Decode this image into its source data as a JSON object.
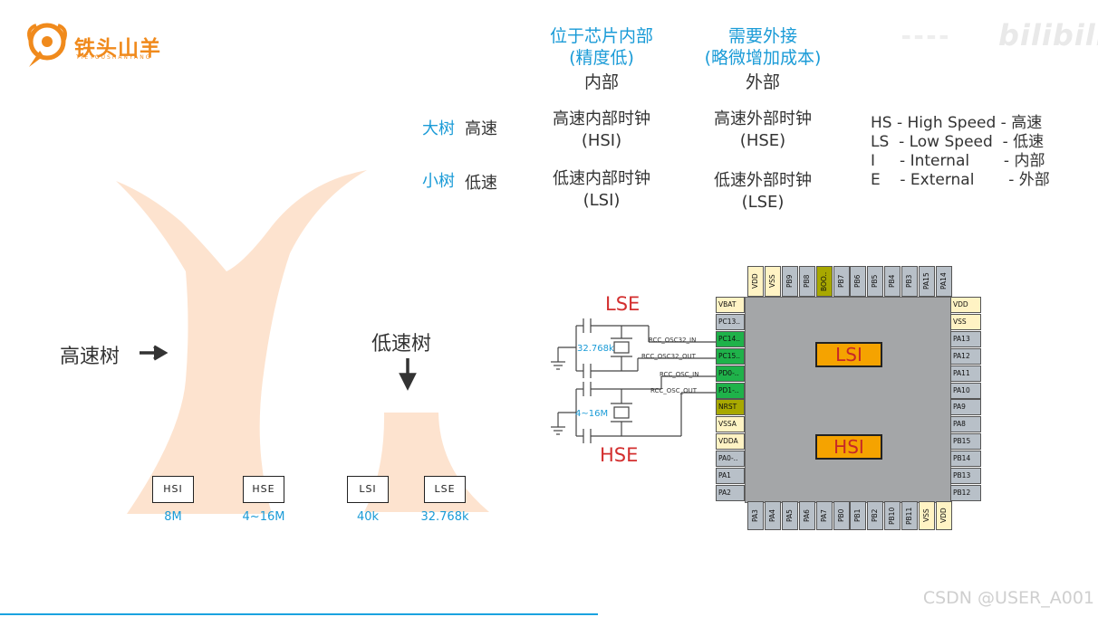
{
  "logo": {
    "title": "铁头山羊",
    "subtitle": "TIETOUSHANYANG"
  },
  "watermark": {
    "bilibili": "bilibili",
    "csdn": "CSDN @USER_A001"
  },
  "columns": [
    {
      "head1": "位于芯片内部",
      "head2": "(精度低)",
      "sub": "内部"
    },
    {
      "head1": "需要外接",
      "head2": "(略微增加成本)",
      "sub": "外部"
    }
  ],
  "rows": [
    {
      "tree": "大树",
      "speed": "高速",
      "internal1": "高速内部时钟",
      "internal2": "(HSI)",
      "external1": "高速外部时钟",
      "external2": "(HSE)"
    },
    {
      "tree": "小树",
      "speed": "低速",
      "internal1": "低速内部时钟",
      "internal2": "(LSI)",
      "external1": "低速外部时钟",
      "external2": "(LSE)"
    }
  ],
  "legend": [
    "HS - High Speed - 高速",
    "LS  - Low Speed  - 低速",
    "I     - Internal       - 内部",
    "E    - External       - 外部"
  ],
  "trees": {
    "high_label": "高速树",
    "low_label": "低速树"
  },
  "clock_boxes": [
    {
      "name": "HSI",
      "freq": "8M"
    },
    {
      "name": "HSE",
      "freq": "4~16M"
    },
    {
      "name": "LSI",
      "freq": "40k"
    },
    {
      "name": "LSE",
      "freq": "32.768k"
    }
  ],
  "circuit": {
    "lse_label": "LSE",
    "hse_label": "HSE",
    "crystal_lse": "32.768k",
    "crystal_hse": "4~16M",
    "net_osc32_in": "RCC_OSC32_IN",
    "net_osc32_out": "RCC_OSC32_OUT",
    "net_osc_in": "RCC_OSC_IN",
    "net_osc_out": "RCC_OSC_OUT"
  },
  "chip": {
    "lsi": "LSI",
    "hsi": "HSI",
    "top_pins": [
      "VDD",
      "VSS",
      "PB9",
      "PB8",
      "BOO..",
      "PB7",
      "PB6",
      "PB5",
      "PB4",
      "PB3",
      "PA15",
      "PA14"
    ],
    "left_pins": [
      "VBAT",
      "PC13..",
      "PC14..",
      "PC15..",
      "PD0-..",
      "PD1-..",
      "NRST",
      "VSSA",
      "VDDA",
      "PA0-..",
      "PA1",
      "PA2"
    ],
    "right_pins": [
      "VDD",
      "VSS",
      "PA13",
      "PA12",
      "PA11",
      "PA10",
      "PA9",
      "PA8",
      "PB15",
      "PB14",
      "PB13",
      "PB12"
    ],
    "bottom_pins": [
      "PA3",
      "PA4",
      "PA5",
      "PA6",
      "PA7",
      "PB0",
      "PB1",
      "PB2",
      "PB10",
      "PB11",
      "VSS",
      "VDD"
    ]
  },
  "colors": {
    "accent_blue": "#1a9bd7",
    "tree": "#fde3cf",
    "red": "#d32f2f",
    "orange": "#f08a1c",
    "pin_green": "#1fb24a",
    "pin_yellow": "#fff3c4",
    "pin_olive": "#a8a800",
    "pin_gray": "#b8c0c8"
  }
}
